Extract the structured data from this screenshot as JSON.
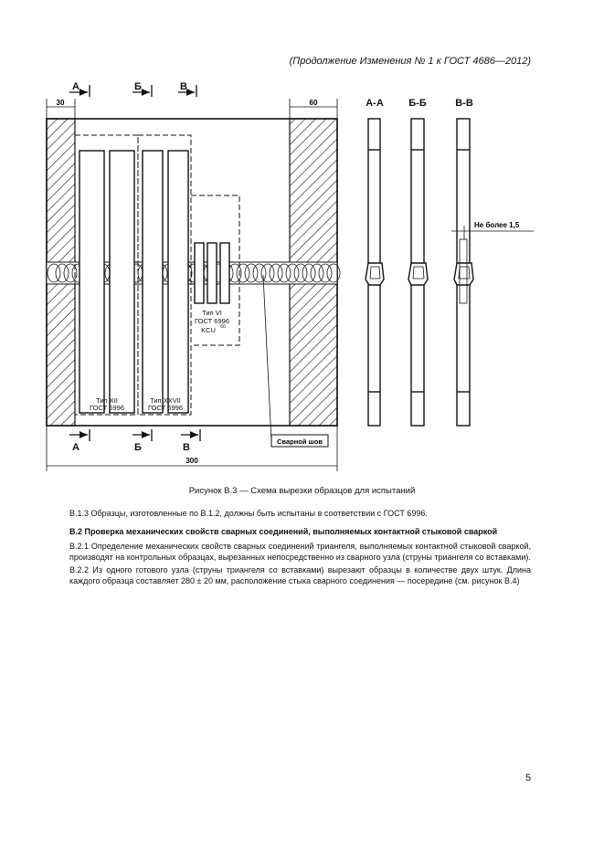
{
  "header": {
    "continuation": "(Продолжение Изменения № 1 к ГОСТ 4686—2012)"
  },
  "figure": {
    "section_labels_top": [
      "А",
      "Б",
      "В"
    ],
    "section_labels_bottom": [
      "А",
      "Б",
      "В"
    ],
    "dim_left": "30",
    "dim_right": "60",
    "dim_total": "300",
    "view_titles": [
      "А-А",
      "Б-Б",
      "В-В"
    ],
    "note_max": "Не более 1,5",
    "label_tip_xii": [
      "Тип XII",
      "ГОСТ 6996"
    ],
    "label_tip_xxvii": [
      "Тип XXVII",
      "ГОСТ 6996"
    ],
    "label_tip_vi": [
      "Тип VI",
      "ГОСТ 6996",
      "KCU"
    ],
    "kcu_sup": "60",
    "weld_label": "Сварной шов",
    "caption": "Рисунок В.3 — Схема вырезки образцов для испытаний"
  },
  "text": {
    "p1": "В.1.3 Образцы, изготовленные по В.1.2, должны быть испытаны в соответствии с ГОСТ 6996.",
    "heading": "В.2 Проверка механических свойств сварных соединений, выполняемых контактной стыковой сваркой",
    "p2": "В.2.1 Определение механических свойств сварных соединений триангеля, выполняемых контактной стыковой сваркой, производят на контрольных образцах, вырезанных непосредственно из сварного узла (струны триангеля со вставками).",
    "p3": "В.2.2 Из одного готового узла (струны триангеля со вставками) вырезают образцы в количестве двух штук. Длина каждого образца составляет 280 ± 20 мм, расположение стыка сварного соединения — посередине (см. рисунок В.4)"
  },
  "page_number": "5"
}
